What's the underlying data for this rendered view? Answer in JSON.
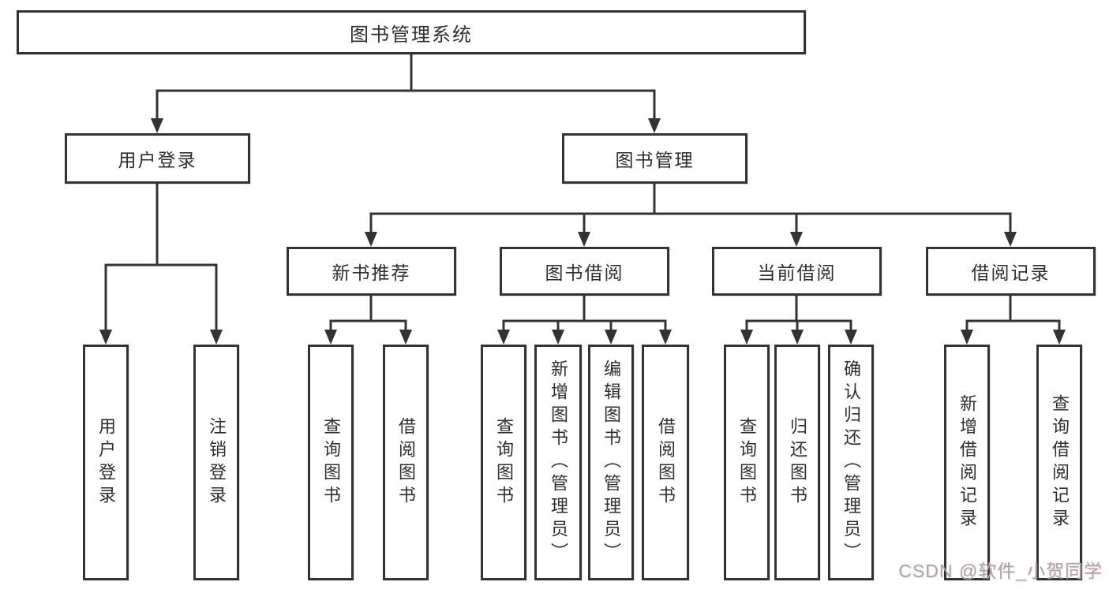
{
  "diagram_type": "hierarchy",
  "root": {
    "label": "图书管理系统"
  },
  "branches": [
    {
      "label": "用户登录",
      "children": [
        {
          "label": "用户登录"
        },
        {
          "label": "注销登录"
        }
      ]
    },
    {
      "label": "图书管理",
      "sections": [
        {
          "label": "新书推荐",
          "children": [
            {
              "label": "查询图书"
            },
            {
              "label": "借阅图书"
            }
          ]
        },
        {
          "label": "图书借阅",
          "children": [
            {
              "label": "查询图书"
            },
            {
              "label": "新增图书（管理员）"
            },
            {
              "label": "编辑图书（管理员）"
            },
            {
              "label": "借阅图书"
            }
          ]
        },
        {
          "label": "当前借阅",
          "children": [
            {
              "label": "查询图书"
            },
            {
              "label": "归还图书"
            },
            {
              "label": "确认归还（管理员）"
            }
          ]
        },
        {
          "label": "借阅记录",
          "children": [
            {
              "label": "新增借阅记录"
            },
            {
              "label": "查询借阅记录"
            }
          ]
        }
      ]
    }
  ],
  "watermark": "CSDN @软件_小贺同学",
  "colors": {
    "line": "#333333",
    "text": "#2e2e2e",
    "watermark": "#a6a6a6",
    "background": "#ffffff"
  }
}
